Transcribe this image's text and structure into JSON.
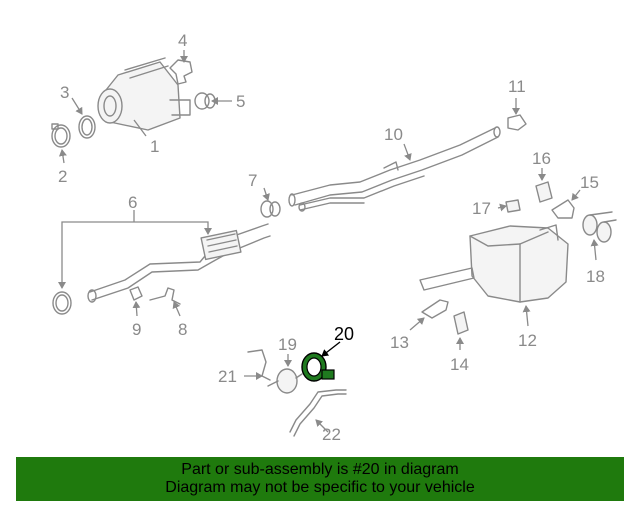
{
  "diagram": {
    "highlight_color": "#1f7a0d",
    "part_color": "#8a8a8a",
    "labels": [
      "1",
      "2",
      "3",
      "4",
      "5",
      "6",
      "7",
      "8",
      "9",
      "10",
      "11",
      "12",
      "13",
      "14",
      "15",
      "16",
      "17",
      "18",
      "19",
      "20",
      "21",
      "22"
    ],
    "highlighted_part": "20"
  },
  "banner": {
    "line1": "Part or sub-assembly is #20 in diagram",
    "line2": "Diagram may not be specific to your vehicle"
  }
}
